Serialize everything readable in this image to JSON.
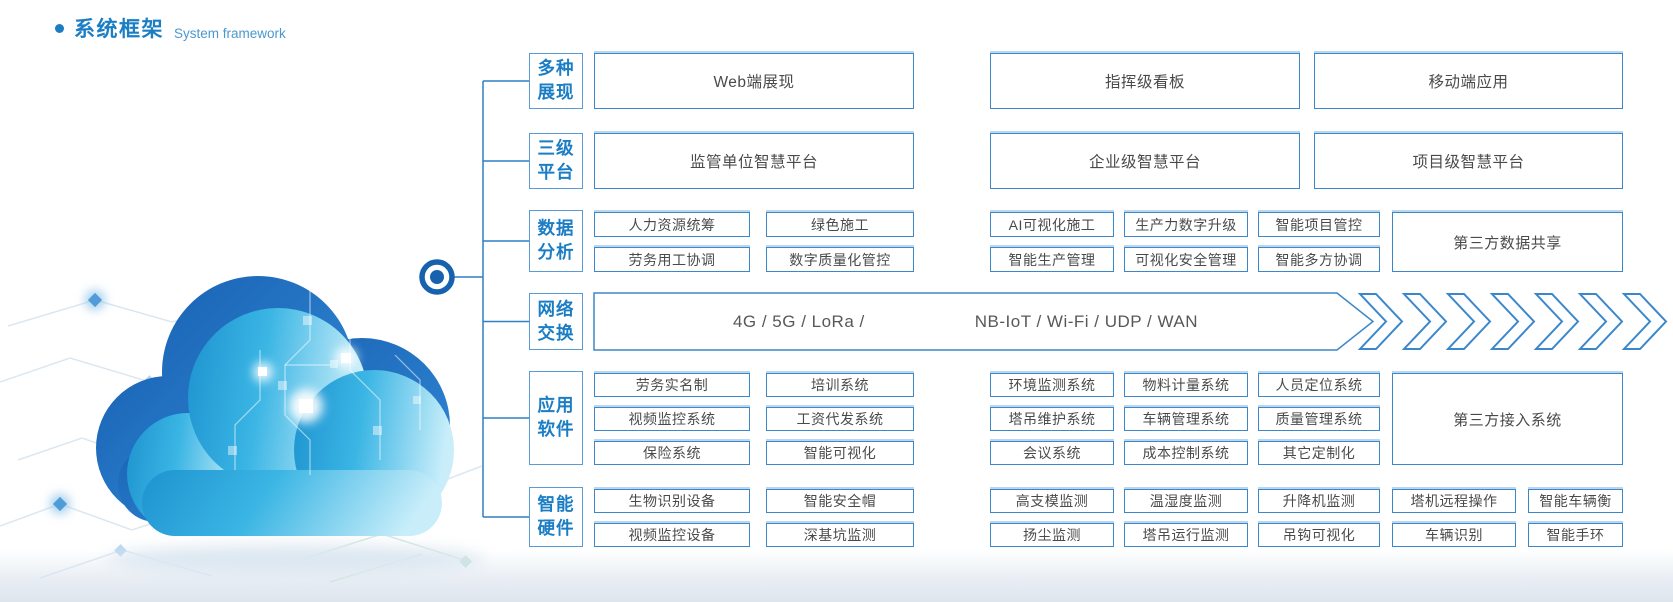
{
  "title": {
    "zh": "系统框架",
    "en": "System framework"
  },
  "colors": {
    "accent_blue": "#1b7ec5",
    "box_border_blue": "#3c87c9",
    "item_text_gray": "#4a4a4a",
    "cloud_dark_blue": "#1a66b8",
    "cloud_cyan": "#36b4e4"
  },
  "rows": {
    "display": {
      "label": "多种\n展现",
      "items": [
        "Web端展现",
        "指挥级看板",
        "移动端应用"
      ]
    },
    "platform": {
      "label": "三级\n平台",
      "items": [
        "监管单位智慧平台",
        "企业级智慧平台",
        "项目级智慧平台"
      ]
    },
    "analysis": {
      "label": "数据\n分析",
      "row1": [
        "人力资源统筹",
        "绿色施工",
        "AI可视化施工",
        "生产力数字升级",
        "智能项目管控"
      ],
      "row2": [
        "劳务用工协调",
        "数字质量化管控",
        "智能生产管理",
        "可视化安全管理",
        "智能多方协调"
      ],
      "side": "第三方数据共享"
    },
    "network": {
      "label": "网络\n交换",
      "text_left": "4G / 5G / LoRa /",
      "text_right": "NB-IoT / Wi-Fi / UDP / WAN"
    },
    "software": {
      "label": "应用\n软件",
      "row1": [
        "劳务实名制",
        "培训系统",
        "环境监测系统",
        "物料计量系统",
        "人员定位系统"
      ],
      "row2": [
        "视频监控系统",
        "工资代发系统",
        "塔吊维护系统",
        "车辆管理系统",
        "质量管理系统"
      ],
      "row3": [
        "保险系统",
        "智能可视化",
        "会议系统",
        "成本控制系统",
        "其它定制化"
      ],
      "side": "第三方接入系统"
    },
    "hardware": {
      "label": "智能\n硬件",
      "row1": [
        "生物识别设备",
        "智能安全帽",
        "高支模监测",
        "温湿度监测",
        "升降机监测",
        "塔机远程操作",
        "智能车辆衡"
      ],
      "row2": [
        "视频监控设备",
        "深基坑监测",
        "扬尘监测",
        "塔吊运行监测",
        "吊钩可视化",
        "车辆识别",
        "智能手环"
      ]
    }
  }
}
